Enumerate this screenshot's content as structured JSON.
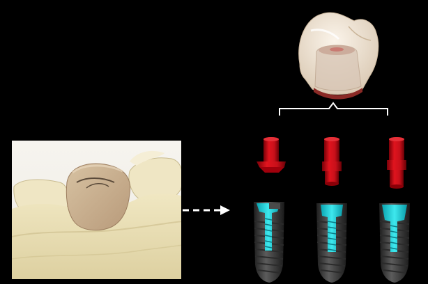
{
  "figure": {
    "background": "#000000",
    "panels": {
      "model_photo": "dental-model-with-implant-crown",
      "crown": "full-ceramic-crown",
      "abutments": [
        "abutment-variant-a",
        "abutment-variant-b",
        "abutment-variant-c"
      ],
      "implants": [
        "implant-variant-a",
        "implant-variant-b",
        "implant-variant-c"
      ]
    },
    "connectors": {
      "bracket": "crown-fits-all-abutments",
      "arrow": "dashed-arrow-right"
    },
    "colors": {
      "abutment_red": "#c8101a",
      "implant_body": "#4a4a4a",
      "implant_cyan": "#28d8e0",
      "crown_ivory": "#efe3d2",
      "model_plaster": "#e6dbb0",
      "bracket_white": "#ffffff"
    }
  }
}
